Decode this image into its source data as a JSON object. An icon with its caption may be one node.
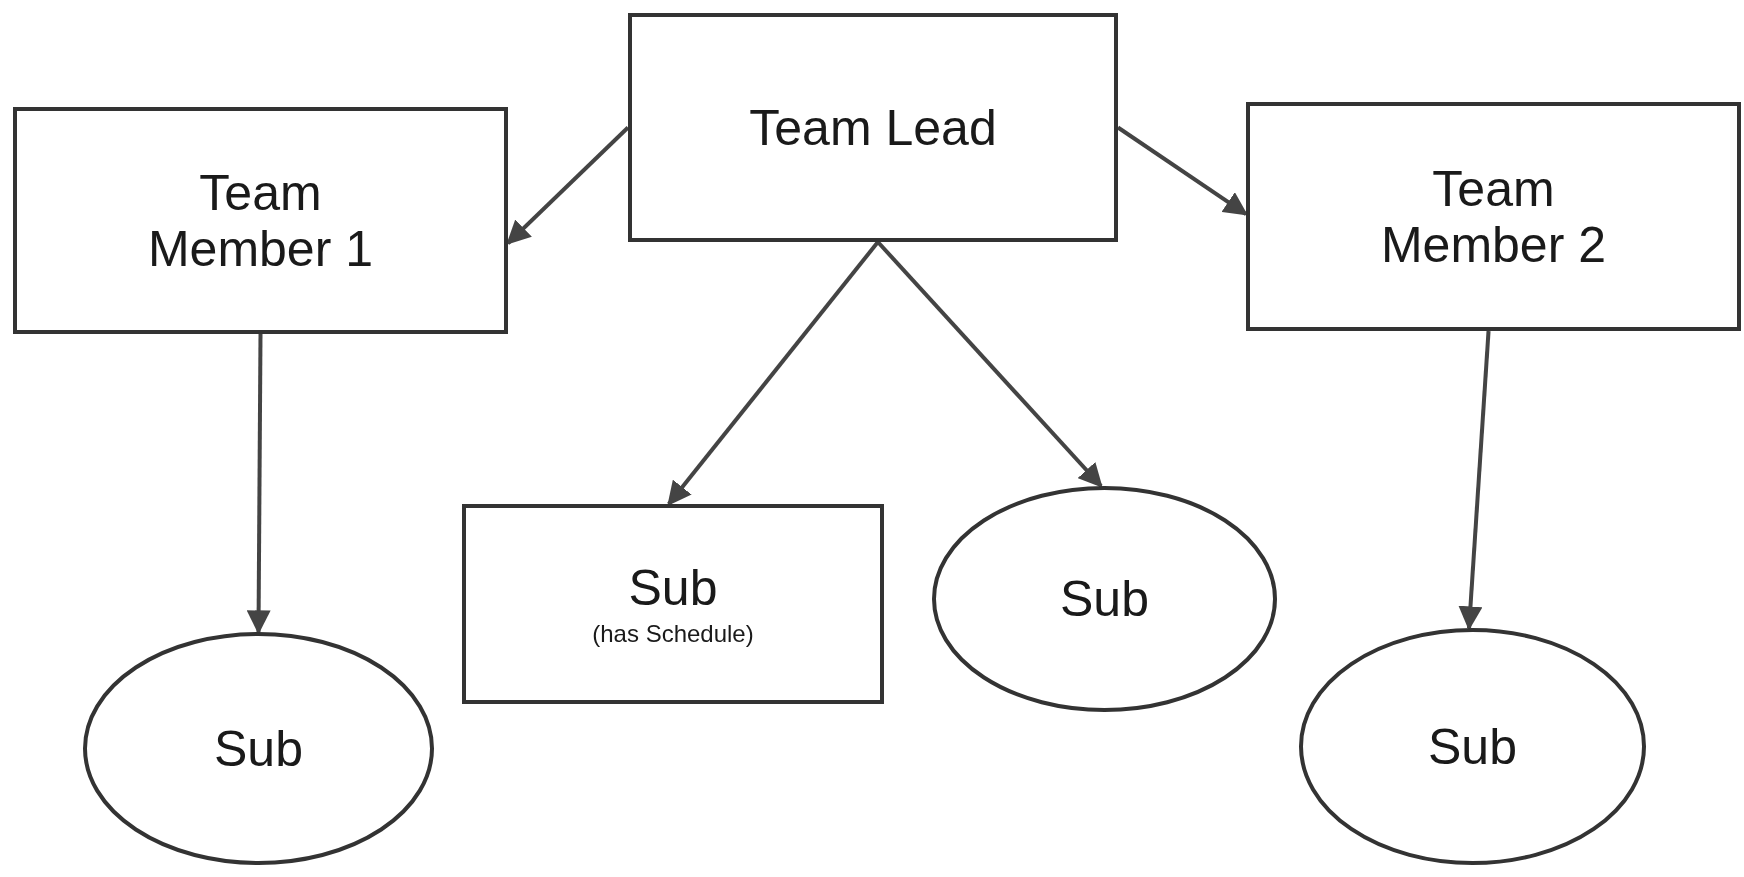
{
  "diagram": {
    "nodes": [
      {
        "text": [
          "Team Lead"
        ]
      },
      {
        "text": [
          "Team Member 1"
        ]
      },
      {
        "text": [
          "Team Member 2"
        ]
      },
      {
        "text": [
          "Sub",
          "(has Schedule)"
        ]
      },
      {
        "text": [
          "Sub"
        ]
      },
      {
        "text": [
          "Sub"
        ]
      },
      {
        "text": [
          "Sub"
        ]
      }
    ],
    "edges": [
      {
        "from": 0,
        "to": 1,
        "arrow": "to"
      },
      {
        "from": 0,
        "to": 2,
        "arrow": "to"
      },
      {
        "from": 0,
        "to": 3,
        "arrow": "to"
      },
      {
        "from": 0,
        "to": 4,
        "arrow": "to"
      },
      {
        "from": 1,
        "to": 5,
        "arrow": "to"
      },
      {
        "from": 2,
        "to": 6,
        "arrow": "to"
      }
    ]
  }
}
